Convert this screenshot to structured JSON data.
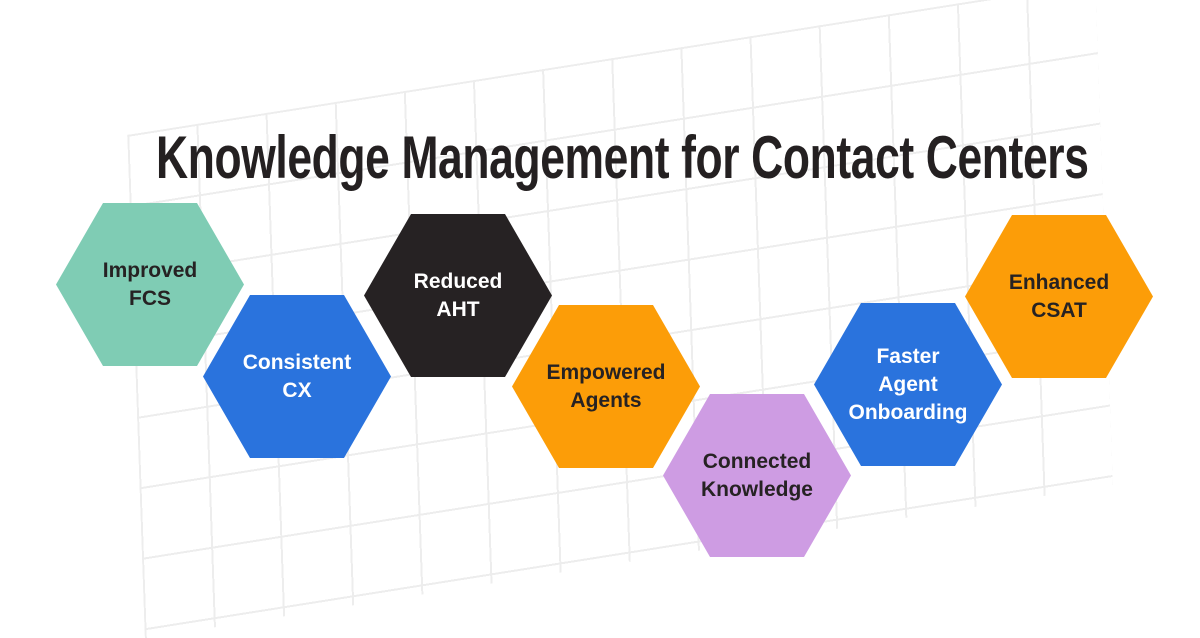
{
  "title": "Knowledge Management for Contact Centers",
  "colors": {
    "title_text": "#242021",
    "grid_line": "#ededed",
    "canvas_background": "#ffffff"
  },
  "hexagons": [
    {
      "label": "Improved FCS",
      "color": "#7fccb4",
      "text_color": "#262223"
    },
    {
      "label": "Consistent CX",
      "color": "#2a73dd",
      "text_color": "#ffffff"
    },
    {
      "label": "Reduced AHT",
      "color": "#262223",
      "text_color": "#ffffff"
    },
    {
      "label": "Empowered Agents",
      "color": "#fc9d08",
      "text_color": "#262223"
    },
    {
      "label": "Connected Knowledge",
      "color": "#ce9ce3",
      "text_color": "#262223"
    },
    {
      "label": "Faster Agent Onboarding",
      "color": "#2a73dd",
      "text_color": "#ffffff"
    },
    {
      "label": "Enhanced CSAT",
      "color": "#fc9d08",
      "text_color": "#262223"
    }
  ]
}
